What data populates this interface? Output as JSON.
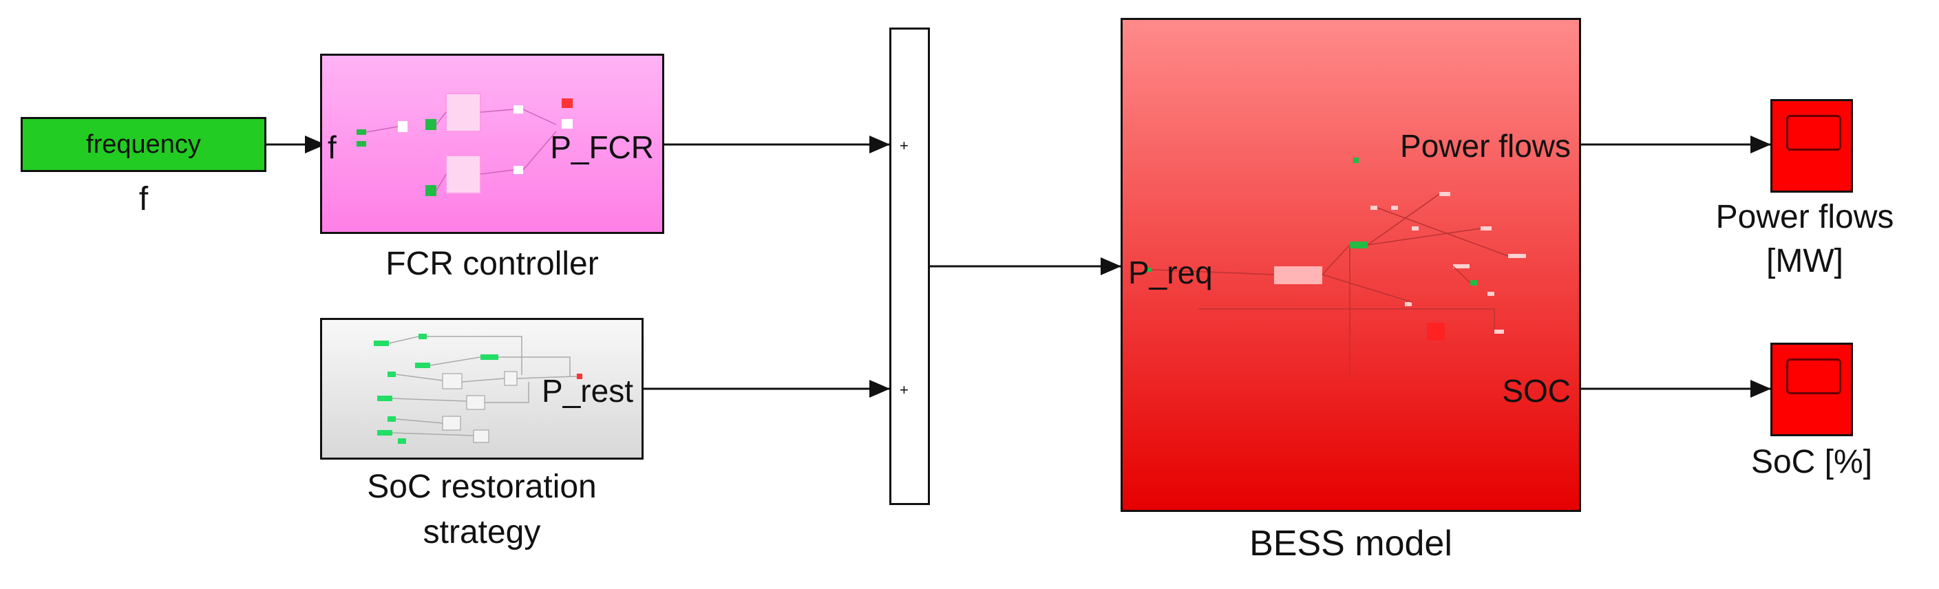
{
  "blocks": {
    "frequency": {
      "text": "frequency",
      "label": "f",
      "color": "#22cc22"
    },
    "fcr": {
      "label": "FCR controller",
      "in_port": "f",
      "out_port": "P_FCR",
      "color": "#ff99ee"
    },
    "soc_restore": {
      "label_line1": "SoC restoration",
      "label_line2": "strategy",
      "out_port": "P_rest"
    },
    "sum": {
      "sign1": "+",
      "sign2": "+"
    },
    "bess": {
      "label": "BESS model",
      "in_port": "P_req",
      "out_port1": "Power flows",
      "out_port2": "SOC",
      "color": "#ff4444"
    },
    "scope_power": {
      "label_line1": "Power flows",
      "label_line2": "[MW]"
    },
    "scope_soc": {
      "label": "SoC [%]"
    }
  },
  "colors": {
    "scope": "#ff0000",
    "wire": "#111111",
    "mini_green": "#22bb44",
    "mini_red": "#ff3333"
  }
}
